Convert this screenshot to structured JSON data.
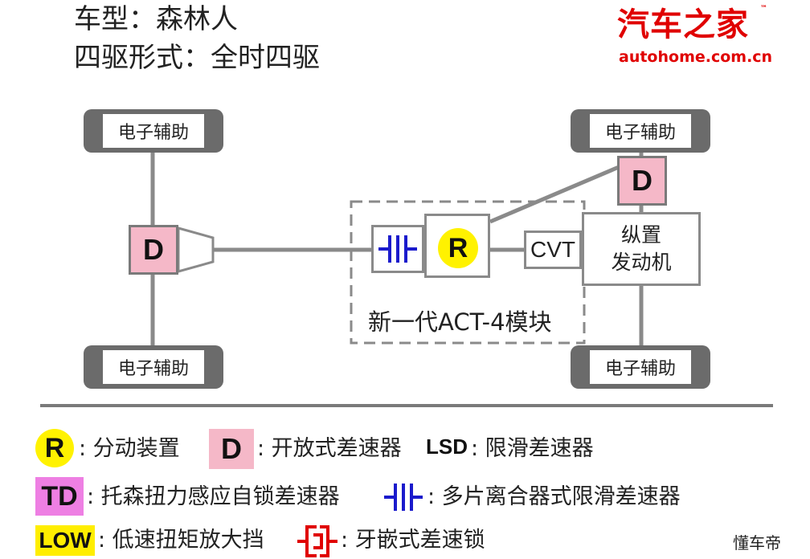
{
  "header": {
    "car_model_line": "车型：森林人",
    "drive_mode_line": "四驱形式：全时四驱"
  },
  "logo": {
    "brand_cn": "汽车之家",
    "tm": "™",
    "brand_domain": "autohome.com.cn",
    "color": "#e00000"
  },
  "diagram": {
    "wheels": {
      "front_left": "电子辅助",
      "rear_left": "电子辅助",
      "front_right": "电子辅助",
      "rear_right": "电子辅助"
    },
    "front_diff_label": "D",
    "rear_diff_label": "D",
    "transfer_label": "R",
    "cvt_label": "CVT",
    "engine_line1": "纵置",
    "engine_line2": "发动机",
    "module_label": "新一代ACT-4模块"
  },
  "legend": {
    "r_symbol": "R",
    "r_text": ": 分动装置",
    "d_symbol": "D",
    "d_text": ": 开放式差速器",
    "lsd_symbol": "LSD",
    "lsd_text": ": 限滑差速器",
    "td_symbol": "TD",
    "td_text": ": 托森扭力感应自锁差速器",
    "clutch_text": ": 多片离合器式限滑差速器",
    "low_symbol": "LOW",
    "low_text": ": 低速扭矩放大挡",
    "lock_text": ": 牙嵌式差速锁"
  },
  "watermark": "懂车帝",
  "colors": {
    "diff_pink": "#f5b8c8",
    "transfer_yellow": "#fff200",
    "td_magenta": "#ee7fe3",
    "low_yellow": "#ffee00",
    "clutch_blue": "#1a1acc",
    "lock_red": "#e00000",
    "wheel_gray": "#6b6b6b"
  }
}
